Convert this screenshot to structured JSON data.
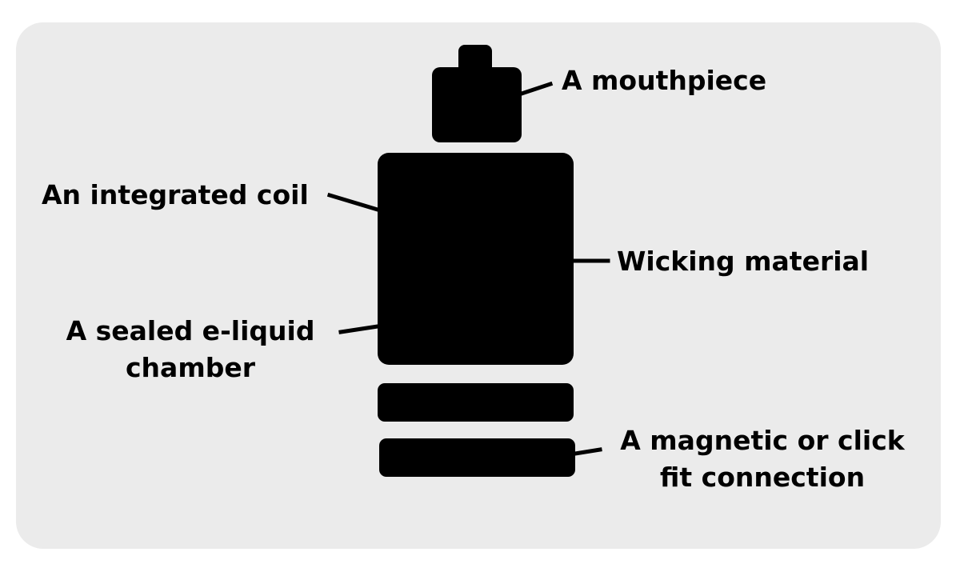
{
  "colors": {
    "card_background": "#ebebeb",
    "ink": "#000000"
  },
  "labels": {
    "mouthpiece": "A mouthpiece",
    "integrated_coil": "An integrated coil",
    "wicking_material": "Wicking material",
    "sealed_chamber_line1": "A sealed e-liquid",
    "sealed_chamber_line2": "chamber",
    "connection_line1": "A magnetic or click",
    "connection_line2": "fit connection"
  }
}
